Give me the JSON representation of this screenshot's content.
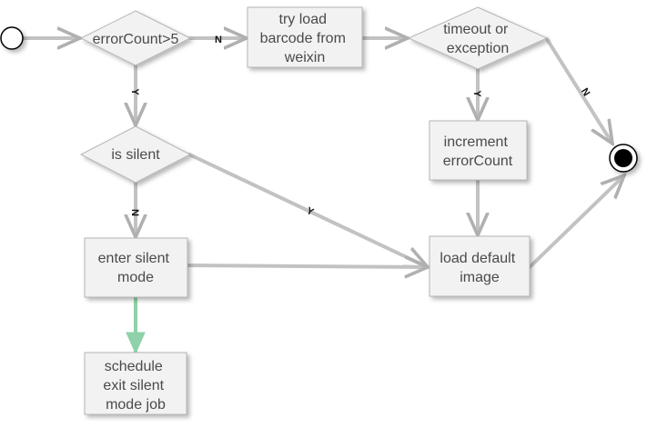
{
  "colors": {
    "node_fill": "#f2f2f2",
    "node_stroke": "#b5b5b5",
    "edge": "#c2c2c2",
    "edge_highlight": "#8fd1a8",
    "text": "#4a4a4a",
    "label": "#111111"
  },
  "nodes": {
    "start": {
      "shape": "start-circle"
    },
    "error_count": {
      "shape": "decision",
      "lines": [
        "errorCount>5"
      ]
    },
    "try_load": {
      "shape": "process",
      "lines": [
        "try load",
        "barcode from",
        "weixin"
      ]
    },
    "timeout": {
      "shape": "decision",
      "lines": [
        "timeout or",
        "exception"
      ]
    },
    "is_silent": {
      "shape": "decision",
      "lines": [
        "is silent"
      ]
    },
    "increment": {
      "shape": "process",
      "lines": [
        "increment",
        "errorCount"
      ]
    },
    "end": {
      "shape": "end-circle"
    },
    "enter_silent": {
      "shape": "process",
      "lines": [
        "enter silent",
        "mode"
      ]
    },
    "load_default": {
      "shape": "process",
      "lines": [
        "load default",
        "image"
      ]
    },
    "schedule": {
      "shape": "process",
      "lines": [
        "schedule",
        "exit silent",
        "mode job"
      ]
    }
  },
  "edges": {
    "start_to_error_count": {
      "from": "start",
      "to": "error_count",
      "label": ""
    },
    "error_count_no": {
      "from": "error_count",
      "to": "try_load",
      "label": "N"
    },
    "error_count_yes": {
      "from": "error_count",
      "to": "is_silent",
      "label": "Y"
    },
    "try_load_to_timeout": {
      "from": "try_load",
      "to": "timeout",
      "label": ""
    },
    "timeout_yes": {
      "from": "timeout",
      "to": "increment",
      "label": "Y"
    },
    "timeout_no": {
      "from": "timeout",
      "to": "end",
      "label": "N"
    },
    "is_silent_no": {
      "from": "is_silent",
      "to": "enter_silent",
      "label": "N"
    },
    "is_silent_yes": {
      "from": "is_silent",
      "to": "load_default",
      "label": "Y"
    },
    "increment_to_load_default": {
      "from": "increment",
      "to": "load_default",
      "label": ""
    },
    "enter_silent_to_load_default": {
      "from": "enter_silent",
      "to": "load_default",
      "label": ""
    },
    "enter_silent_to_schedule": {
      "from": "enter_silent",
      "to": "schedule",
      "label": ""
    },
    "load_default_to_end": {
      "from": "load_default",
      "to": "end",
      "label": ""
    }
  }
}
